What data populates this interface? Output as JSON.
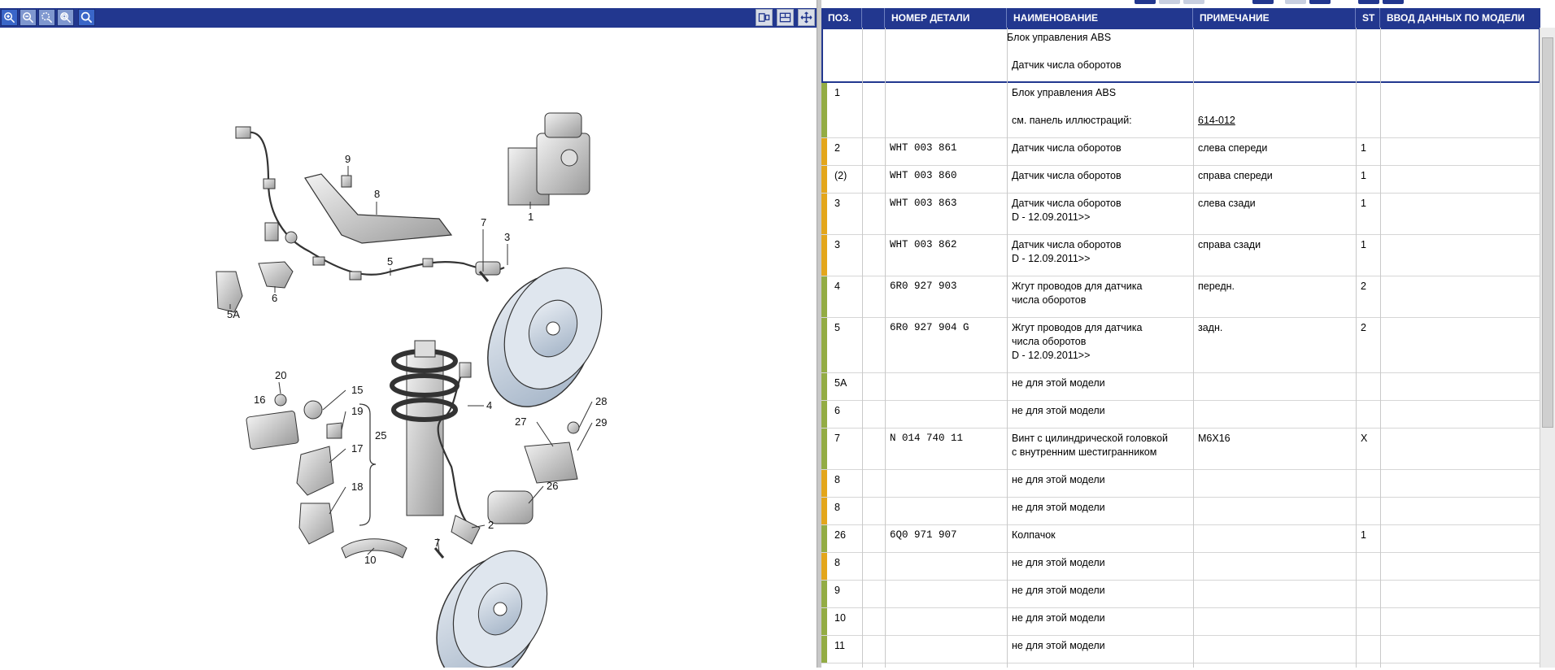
{
  "colors": {
    "toolbar": "#22378f",
    "bar_green": "#93ac44",
    "bar_orange": "#e3a61c",
    "header_box": "#22378f"
  },
  "toolbar": {
    "left_icons": [
      "zoom-in-icon",
      "zoom-out-icon",
      "zoom-region-icon",
      "zoom-fit-icon",
      "search-icon"
    ],
    "right_icons": [
      "split-view-icon",
      "layout-icon",
      "fullscreen-icon"
    ]
  },
  "illustration": {
    "labels": [
      "9",
      "8",
      "1",
      "7",
      "3",
      "5",
      "6",
      "5A",
      "20",
      "15",
      "16",
      "19",
      "25",
      "17",
      "18",
      "4",
      "28",
      "27",
      "29",
      "26",
      "2",
      "7",
      "10"
    ]
  },
  "table": {
    "headers": [
      "ПОЗ.",
      "",
      "НОМЕР ДЕТАЛИ",
      "НАИМЕНОВАНИЕ",
      "ПРИМЕЧАНИЕ",
      "ST",
      "ВВОД ДАННЫХ ПО МОДЕЛИ"
    ],
    "title_block": {
      "line1": "Блок управления ABS",
      "line2": "Датчик числа оборотов"
    },
    "rows": [
      {
        "pos": "1",
        "part": "",
        "name": "Блок управления ABS\n\n см. панель иллюстраций:",
        "note": "\n\n614-012",
        "st": "",
        "bar": "green"
      },
      {
        "pos": "2",
        "part": "WHT 003 861",
        "name": "Датчик числа оборотов",
        "note": "слева спереди",
        "st": "1",
        "bar": "orange"
      },
      {
        "pos": "(2)",
        "part": "WHT 003 860",
        "name": "Датчик числа оборотов",
        "note": "справа спереди",
        "st": "1",
        "bar": "orange"
      },
      {
        "pos": "3",
        "part": "WHT 003 863",
        "name": "Датчик числа оборотов\nD - 12.09.2011>>",
        "note": "слева сзади",
        "st": "1",
        "bar": "orange"
      },
      {
        "pos": "3",
        "part": "WHT 003 862",
        "name": "Датчик числа оборотов\nD - 12.09.2011>>",
        "note": "справа сзади",
        "st": "1",
        "bar": "orange"
      },
      {
        "pos": "4",
        "part": "6R0 927 903",
        "name": "Жгут проводов для датчика\nчисла оборотов",
        "note": "передн.",
        "st": "2",
        "bar": "green"
      },
      {
        "pos": "5",
        "part": "6R0 927 904 G",
        "name": "Жгут проводов для датчика\nчисла оборотов\nD - 12.09.2011>>",
        "note": "задн.",
        "st": "2",
        "bar": "green"
      },
      {
        "pos": "5A",
        "part": "",
        "name": "не для этой модели",
        "note": "",
        "st": "",
        "bar": "green"
      },
      {
        "pos": "6",
        "part": "",
        "name": "не для этой модели",
        "note": "",
        "st": "",
        "bar": "green"
      },
      {
        "pos": "7",
        "part": "N  014 740 11",
        "name": "Винт с цилиндрической головкой\nс внутренним шестигранником",
        "note": "M6X16",
        "st": "X",
        "bar": "green"
      },
      {
        "pos": "8",
        "part": "",
        "name": "не для этой модели",
        "note": "",
        "st": "",
        "bar": "orange"
      },
      {
        "pos": "8",
        "part": "",
        "name": "не для этой модели",
        "note": "",
        "st": "",
        "bar": "orange"
      },
      {
        "pos": "26",
        "part": "6Q0 971 907",
        "name": "Колпачок",
        "note": "",
        "st": "1",
        "bar": "green"
      },
      {
        "pos": "8",
        "part": "",
        "name": "не для этой модели",
        "note": "",
        "st": "",
        "bar": "orange"
      },
      {
        "pos": "9",
        "part": "",
        "name": "не для этой модели",
        "note": "",
        "st": "",
        "bar": "green"
      },
      {
        "pos": "10",
        "part": "",
        "name": "не для этой модели",
        "note": "",
        "st": "",
        "bar": "green"
      },
      {
        "pos": "11",
        "part": "",
        "name": "не для этой модели",
        "note": "",
        "st": "",
        "bar": "green"
      }
    ]
  }
}
